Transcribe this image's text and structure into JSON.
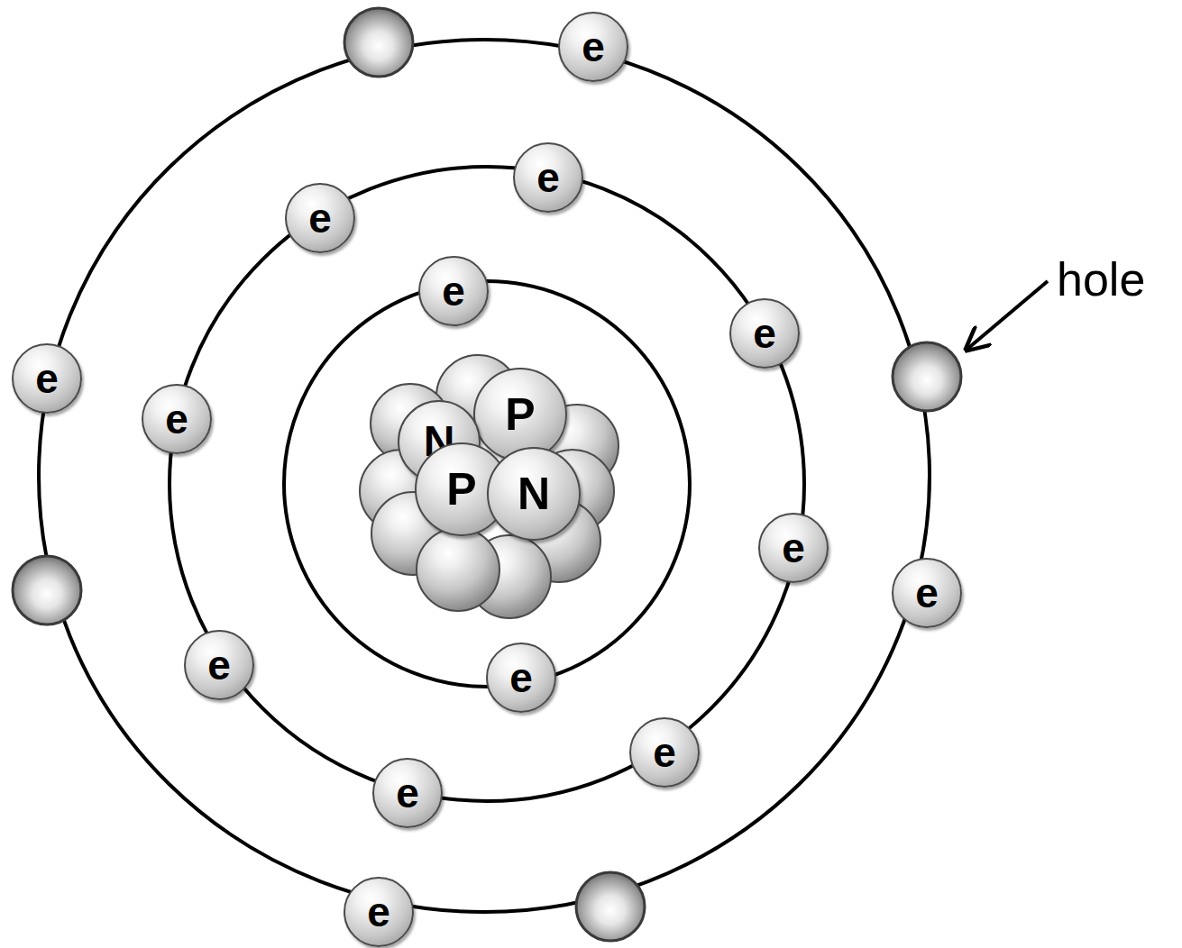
{
  "diagram": {
    "nodes": [
      {
        "text": [
          "e"
        ]
      },
      {
        "text": [
          "e"
        ]
      },
      {
        "text": [
          "e"
        ]
      },
      {
        "text": [
          "e"
        ]
      },
      {
        "text": [
          "e"
        ]
      },
      {
        "text": [
          "e"
        ]
      },
      {
        "text": [
          "P"
        ]
      },
      {
        "text": [
          "e"
        ]
      },
      {
        "text": [
          "N"
        ]
      },
      {
        "text": [
          "P"
        ]
      },
      {
        "text": [
          "N"
        ]
      },
      {
        "text": [
          "e"
        ]
      },
      {
        "text": [
          "e"
        ]
      },
      {
        "text": [
          "e"
        ]
      },
      {
        "text": [
          "e"
        ]
      },
      {
        "text": [
          "e"
        ]
      },
      {
        "text": [
          "e"
        ]
      },
      {
        "text": [
          "e"
        ]
      }
    ],
    "labels": [
      "hole"
    ]
  }
}
